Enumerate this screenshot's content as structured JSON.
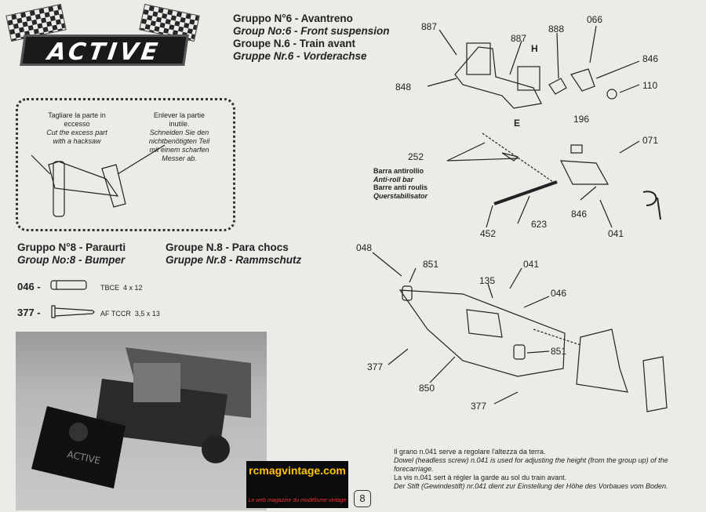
{
  "logo": {
    "text": "ACTIVE"
  },
  "title": {
    "it": "Gruppo N°6 - Avantreno",
    "en": "Group No:6 - Front suspension",
    "fr": "Groupe N.6 - Train avant",
    "de": "Gruppe Nr.6 - Vorderachse"
  },
  "cut_note": {
    "left": [
      "Tagliare la parte in",
      "eccesso",
      "Cut the excess part",
      "with a hacksaw"
    ],
    "right": [
      "Enlever la partie",
      "inutile.",
      "Schneiden Sie den",
      "nichtbenötigten Teil",
      "mit einem scharfen",
      "Messer ab."
    ]
  },
  "group8": {
    "it": "Gruppo N°8 - Paraurti",
    "en": "Group No:8 - Bumper",
    "fr": "Groupe N.8 - Para chocs",
    "de": "Gruppe Nr.8 - Rammschutz"
  },
  "parts": [
    {
      "num": "046 -",
      "name": "TBCE",
      "size": "4 x 12"
    },
    {
      "num": "377 -",
      "name": "AF TCCR",
      "size": "3,5 x 13"
    }
  ],
  "labels6": [
    "887",
    "887",
    "888",
    "066",
    "846",
    "848",
    "110",
    "H",
    "E",
    "196",
    "252",
    "071",
    "846",
    "452",
    "623",
    "041"
  ],
  "antiroll": [
    "Barra antirollio",
    "Anti-roll bar",
    "Barre anti roulis",
    "Querstabilisator"
  ],
  "labels8": [
    "048",
    "851",
    "135",
    "041",
    "046",
    "377",
    "851",
    "850",
    "377"
  ],
  "note": [
    "Il grano n.041 serve a regolare l'altezza da terra.",
    "Dowel (headless screw) n.041 is used for adjusting the height (from the group up) of the forecarriage.",
    "La vis n.041 sert à régler la garde au sol du train avant.",
    "Der Stift (Gewindestift) nr.041 dient zur Einstellung der Höhe des Vorbaues vom Boden."
  ],
  "page_number": "8",
  "watermark": {
    "title": "rcmagvintage.com",
    "subtitle": "Le web magazine du modélisme vintage"
  }
}
